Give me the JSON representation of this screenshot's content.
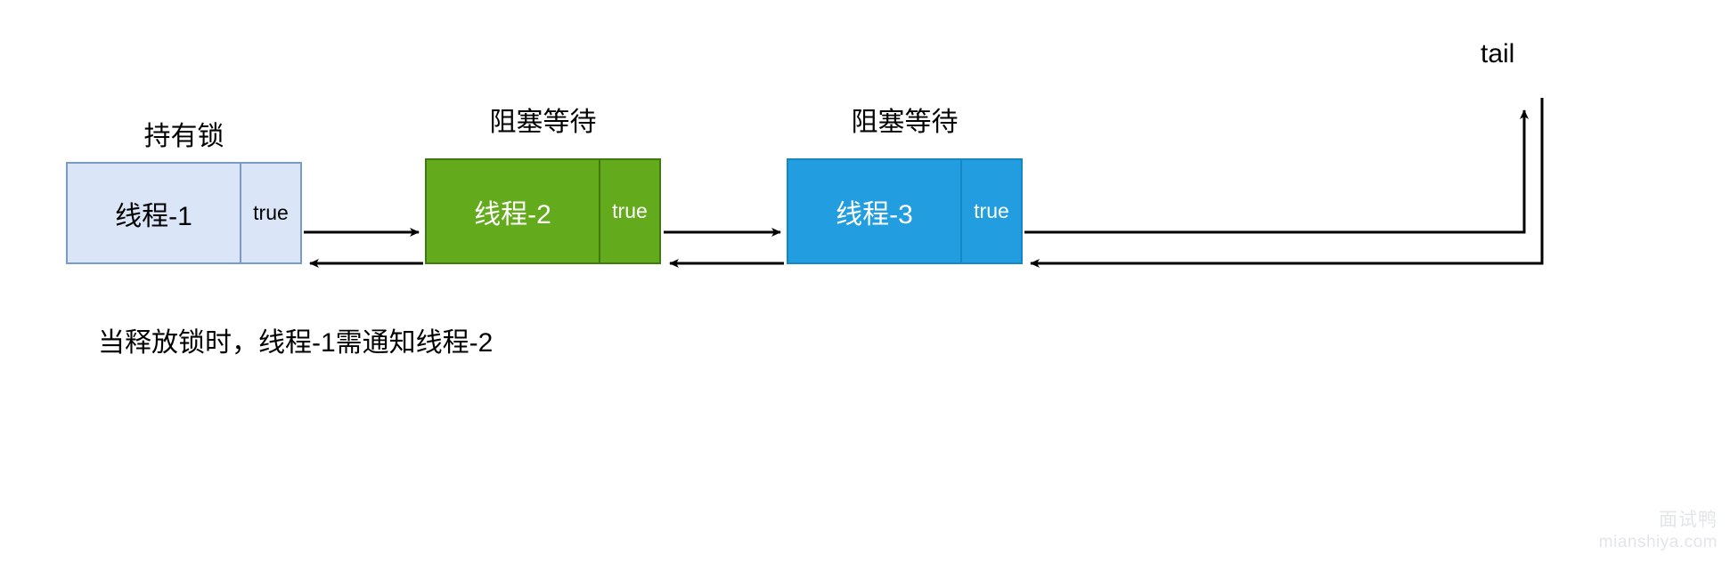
{
  "diagram": {
    "title_hidden": "",
    "nodes": [
      {
        "caption": "持有锁",
        "name": "线程-1",
        "flag": "true",
        "fill": "#dae5f7",
        "stroke": "#7a9bc8",
        "text_color": "#000000"
      },
      {
        "caption": "阻塞等待",
        "name": "线程-2",
        "flag": "true",
        "fill": "#63ab1d",
        "stroke": "#3f7a0f",
        "text_color": "#ffffff"
      },
      {
        "caption": "阻塞等待",
        "name": "线程-3",
        "flag": "true",
        "fill": "#219de0",
        "stroke": "#1587c4",
        "text_color": "#ffffff"
      }
    ],
    "tail_label": "tail",
    "bottom_note": "当释放锁时，线程-1需通知线程-2",
    "connector_color": "#000000"
  },
  "watermark": {
    "cn": "面试鸭",
    "en": "mianshiya.com",
    "color": "#e2e5e9"
  }
}
